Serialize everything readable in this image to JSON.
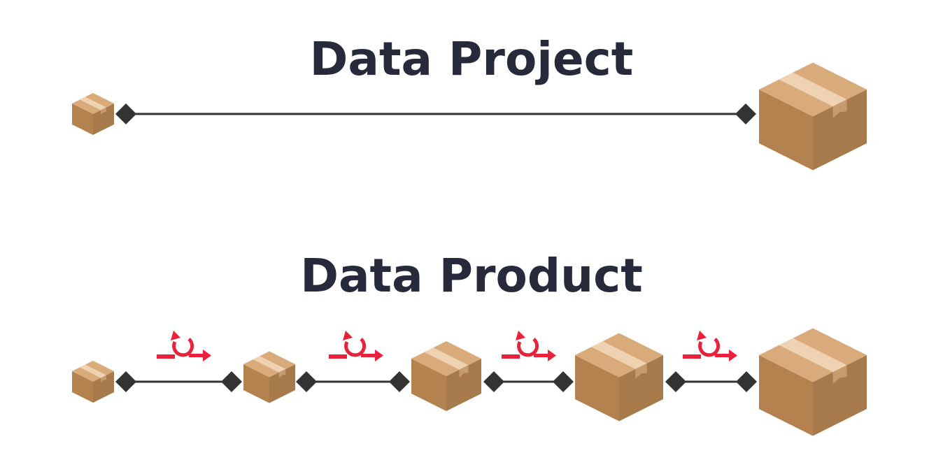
{
  "project": {
    "title": "Data Project",
    "boxes": [
      "small-box",
      "large-box"
    ]
  },
  "product": {
    "title": "Data Product",
    "iterations": 4,
    "boxes": [
      "box-1",
      "box-2",
      "box-3",
      "box-4",
      "box-5"
    ]
  },
  "colors": {
    "title": "#262a3b",
    "line": "#333333",
    "diamond": "#333333",
    "iterate_icon": "#e8223a",
    "box_top": "#d9aa7a",
    "box_left": "#b3824f",
    "box_right": "#a67a4a",
    "tape": "#efd2b2"
  },
  "icons": [
    "box-icon",
    "diamond-marker-icon",
    "iterate-arrow-icon"
  ]
}
